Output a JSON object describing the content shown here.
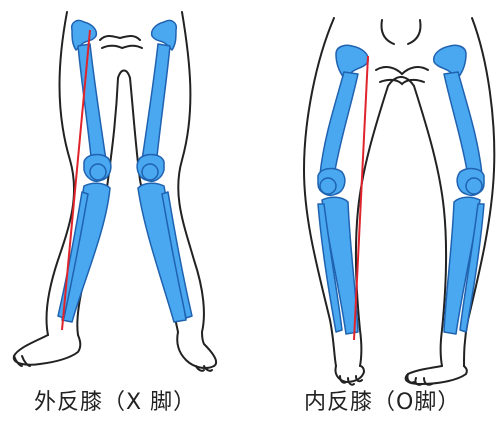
{
  "figures": [
    {
      "id": "knock-knee",
      "caption": "外反膝（X 脚）"
    },
    {
      "id": "bow-legs",
      "caption": "内反膝（O脚）"
    }
  ],
  "colors": {
    "background": "#ffffff",
    "bone_fill": "#4aa8f0",
    "bone_outline": "#1f62b0",
    "skin_outline": "#222222",
    "axis_line": "#e0242c",
    "caption_text": "#222222"
  }
}
